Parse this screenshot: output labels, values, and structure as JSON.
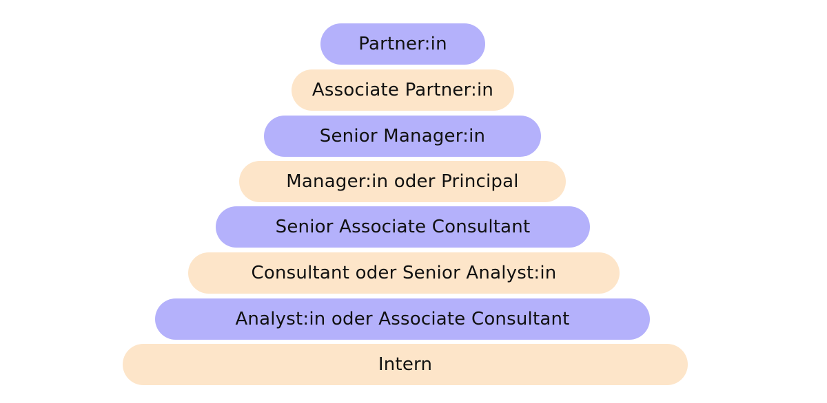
{
  "levels": [
    {
      "label": "Partner:in",
      "color": "#b4b1fb"
    },
    {
      "label": "Associate Partner:in",
      "color": "#fde5c9"
    },
    {
      "label": "Senior Manager:in",
      "color": "#b4b1fb"
    },
    {
      "label": "Manager:in oder Principal",
      "color": "#fde5c9"
    },
    {
      "label": "Senior Associate Consultant",
      "color": "#b4b1fb"
    },
    {
      "label": "Consultant oder Senior Analyst:in",
      "color": "#fde5c9"
    },
    {
      "label": "Analyst:in oder Associate Consultant",
      "color": "#b4b1fb"
    },
    {
      "label": "Intern",
      "color": "#fde5c9"
    }
  ]
}
